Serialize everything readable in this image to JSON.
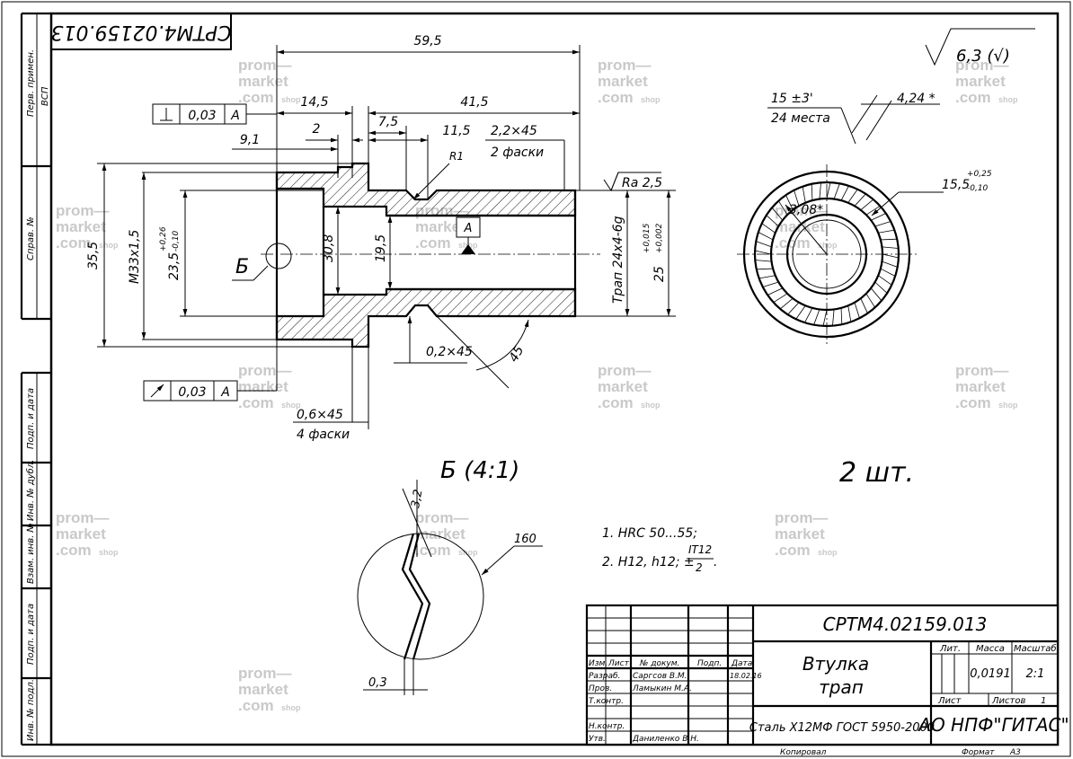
{
  "watermark": {
    "line1": "prom—",
    "line2": "market",
    "line3": ".com",
    "line4": "shop"
  },
  "stamp_top": "СРТМ4.02159.013",
  "roughness_general": "6,3 (√)",
  "left_strip": {
    "perv_primen": "Перв. примен.",
    "perv_value": "ВСП",
    "sprav": "Справ. №",
    "podp_data_1": "Подп. и дата",
    "inv_dubl": "Инв. № дубл.",
    "vzam_inv": "Взам. инв. №",
    "podp_data_2": "Подп. и дата",
    "inv_podl": "Инв. № подл."
  },
  "dimensions": {
    "d59_5": "59,5",
    "d41_5": "41,5",
    "d14_5": "14,5",
    "d7_5": "7,5",
    "d11_5": "11,5",
    "d2": "2",
    "d9_1": "9,1",
    "chamfer_2_2": "2,2×45",
    "chamfer_2_2_note": "2 фаски",
    "r1": "R1",
    "ra": "Ra 2,5",
    "m33": "М33х1,5",
    "d35_5": "35,5",
    "d23_5": "23,5",
    "d23_5_tol_up": "+0,26",
    "d23_5_tol_dn": "-0,10",
    "d30_8": "30,8",
    "d19_5": "19,5",
    "trap": "Трап 24х4-6g",
    "d25": "25",
    "d25_tol_up": "+0,015",
    "d25_tol_dn": "+0,002",
    "chamfer_0_2": "0,2×45",
    "angle_45": "45",
    "chamfer_0_6": "0,6×45",
    "chamfer_0_6_note": "4 фаски",
    "datum_a": "А",
    "view_b": "Б",
    "angle_15": "15 ±3'",
    "places_24": "24 места",
    "d4_24": "4,24 *",
    "d15_5": "15,5",
    "d15_5_tol_up": "+0,25",
    "d15_5_tol_dn": "-0,10",
    "r3_08": "3,08*",
    "detail_3_2": "3,2",
    "detail_160": "160",
    "detail_0_3": "0,3"
  },
  "tolerances": {
    "perp_value": "0,03",
    "perp_datum": "А",
    "runout_value": "0,03",
    "runout_datum": "А"
  },
  "detail_title": "Б (4:1)",
  "quantity": "2 шт.",
  "notes": {
    "n1": "1. HRC 50...55;",
    "n2_prefix": "2. H12, h12; ±",
    "n2_num": "IT12",
    "n2_den": "2",
    "n2_suffix": "."
  },
  "title_block": {
    "designation": "СРТМ4.02159.013",
    "name_line1": "Втулка",
    "name_line2": "трап",
    "material": "Сталь Х12МФ ГОСТ 5950-2000",
    "company": "АО НПФ\"ГИТАС\"",
    "lit_label": "Лит.",
    "massa_label": "Масса",
    "masshtab_label": "Масштаб",
    "massa_value": "0,0191",
    "masshtab_value": "2:1",
    "list_label": "Лист",
    "listov_label": "Листов",
    "listov_value": "1",
    "col_izm": "Изм.",
    "col_list": "Лист",
    "col_dokum": "№ докум.",
    "col_podp": "Подп.",
    "col_data": "Дата",
    "razrab_role": "Разраб.",
    "razrab_name": "Саргсов В.М.",
    "razrab_date": "18.02.16",
    "prov_role": "Пров.",
    "prov_name": "Ламыкин М.А.",
    "tkontr_role": "Т.контр.",
    "nkontr_role": "Н.контр.",
    "utv_role": "Утв.",
    "utv_name": "Даниленко В.Н.",
    "kopiroval": "Копировал",
    "format_label": "Формат",
    "format_value": "А3"
  }
}
